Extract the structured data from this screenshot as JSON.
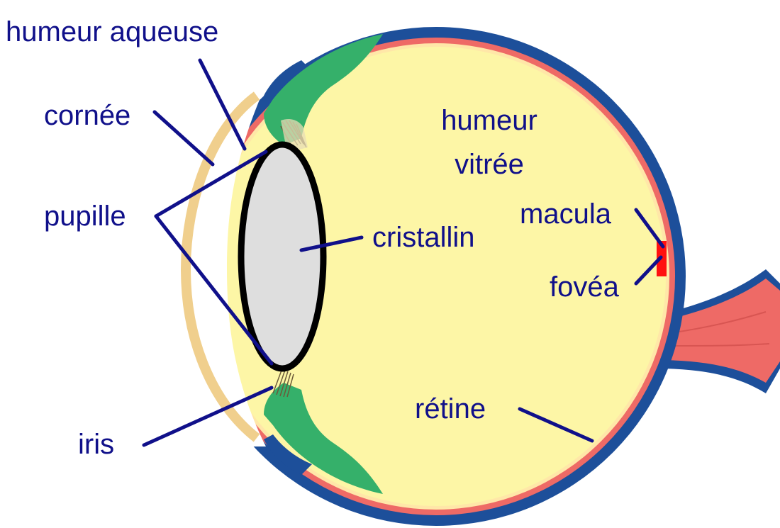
{
  "diagram": {
    "labels": {
      "aqueous_humor": "humeur aqueuse",
      "cornea": "cornée",
      "pupil": "pupille",
      "iris": "iris",
      "vitreous_line1": "humeur",
      "vitreous_line2": "vitrée",
      "lens": "cristallin",
      "macula": "macula",
      "fovea": "fovéa",
      "retina": "rétine"
    },
    "colors": {
      "label_text": "#10108a",
      "sclera": "#1d4f9a",
      "choroid": "#ee6a66",
      "retina": "#ffe7a8",
      "vitreous": "#fdf6a6",
      "ciliary_body": "#35b06a",
      "cornea": "#f0cf8d",
      "lens_fill": "#dedede",
      "lens_outline": "#000000",
      "fovea_spot": "#ff1010",
      "optic_nerve": "#ee6a66"
    }
  }
}
